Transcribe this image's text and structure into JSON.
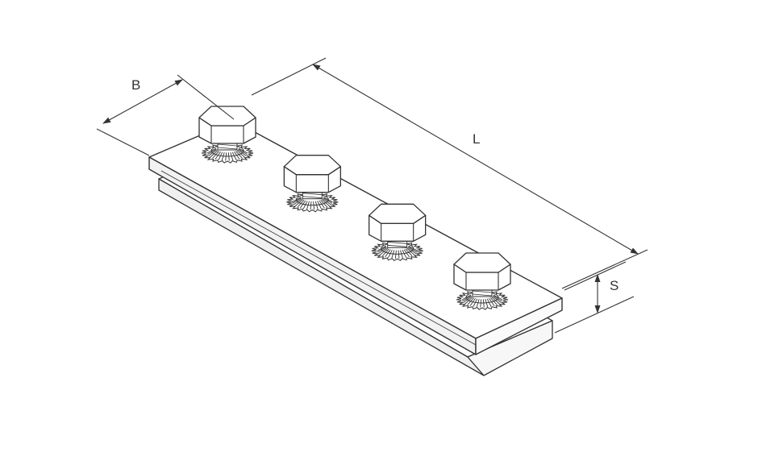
{
  "diagram": {
    "labels": {
      "width": "B",
      "length": "L",
      "thickness": "S"
    },
    "bolt_count": 4,
    "colors": {
      "line": "#333333",
      "fill": "#ffffff",
      "shade": "#e9e9e9"
    }
  }
}
